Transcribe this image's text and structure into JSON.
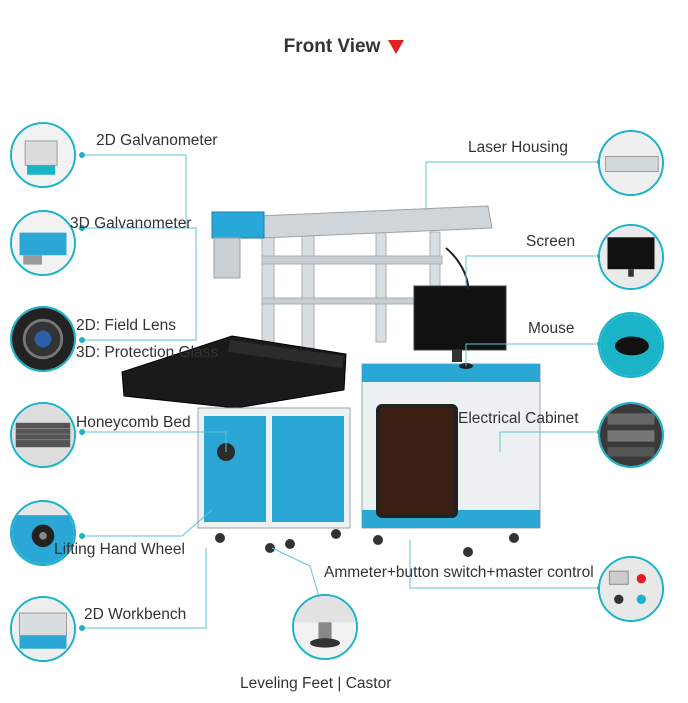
{
  "title": "Front View",
  "labels": {
    "galvo2d": "2D Galvanometer",
    "galvo3d": "3D Galvanometer",
    "field_lens": "2D: Field Lens",
    "protection_glass": "3D: Protection Glass",
    "honeycomb": "Honeycomb Bed",
    "lifting": "Lifting Hand Wheel",
    "workbench": "2D Workbench",
    "leveling": "Leveling Feet  | Castor",
    "laser_housing": "Laser Housing",
    "screen": "Screen",
    "mouse": "Mouse",
    "cabinet": "Electrical Cabinet",
    "ammeter": "Ammeter+button switch+master control"
  },
  "colors": {
    "accent": "#1ab3c8",
    "marker": "#e0201c",
    "cabinet": "#2ba7d6",
    "bed": "#1a1a1a"
  }
}
